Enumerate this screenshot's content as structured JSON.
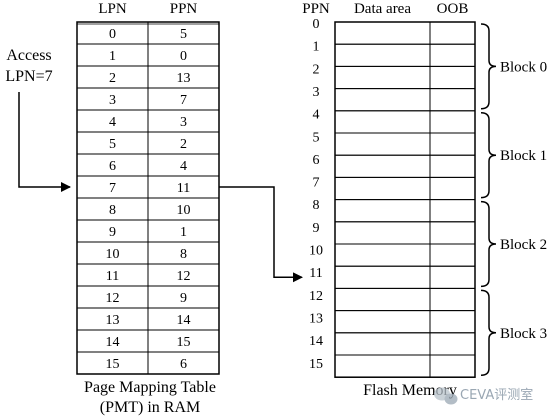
{
  "pmt": {
    "header_lpn": "LPN",
    "header_ppn": "PPN",
    "rows": [
      {
        "lpn": "0",
        "ppn": "5"
      },
      {
        "lpn": "1",
        "ppn": "0"
      },
      {
        "lpn": "2",
        "ppn": "13"
      },
      {
        "lpn": "3",
        "ppn": "7"
      },
      {
        "lpn": "4",
        "ppn": "3"
      },
      {
        "lpn": "5",
        "ppn": "2"
      },
      {
        "lpn": "6",
        "ppn": "4"
      },
      {
        "lpn": "7",
        "ppn": "11"
      },
      {
        "lpn": "8",
        "ppn": "10"
      },
      {
        "lpn": "9",
        "ppn": "1"
      },
      {
        "lpn": "10",
        "ppn": "8"
      },
      {
        "lpn": "11",
        "ppn": "12"
      },
      {
        "lpn": "12",
        "ppn": "9"
      },
      {
        "lpn": "13",
        "ppn": "14"
      },
      {
        "lpn": "14",
        "ppn": "15"
      },
      {
        "lpn": "15",
        "ppn": "6"
      }
    ],
    "caption_line1": "Page Mapping Table",
    "caption_line2": "(PMT) in RAM"
  },
  "access": {
    "line1": "Access",
    "line2": "LPN=7",
    "lpn_row": 7,
    "target_ppn": 11
  },
  "flash": {
    "header_ppn": "PPN",
    "header_data": "Data area",
    "header_oob": "OOB",
    "page_labels": [
      "0",
      "1",
      "2",
      "3",
      "4",
      "5",
      "6",
      "7",
      "8",
      "9",
      "10",
      "11",
      "12",
      "13",
      "14",
      "15"
    ],
    "blocks": [
      "Block 0",
      "Block 1",
      "Block 2",
      "Block 3"
    ],
    "pages_per_block": 4,
    "caption": "Flash Memory"
  },
  "watermark": {
    "text": "CEVA评测室"
  }
}
